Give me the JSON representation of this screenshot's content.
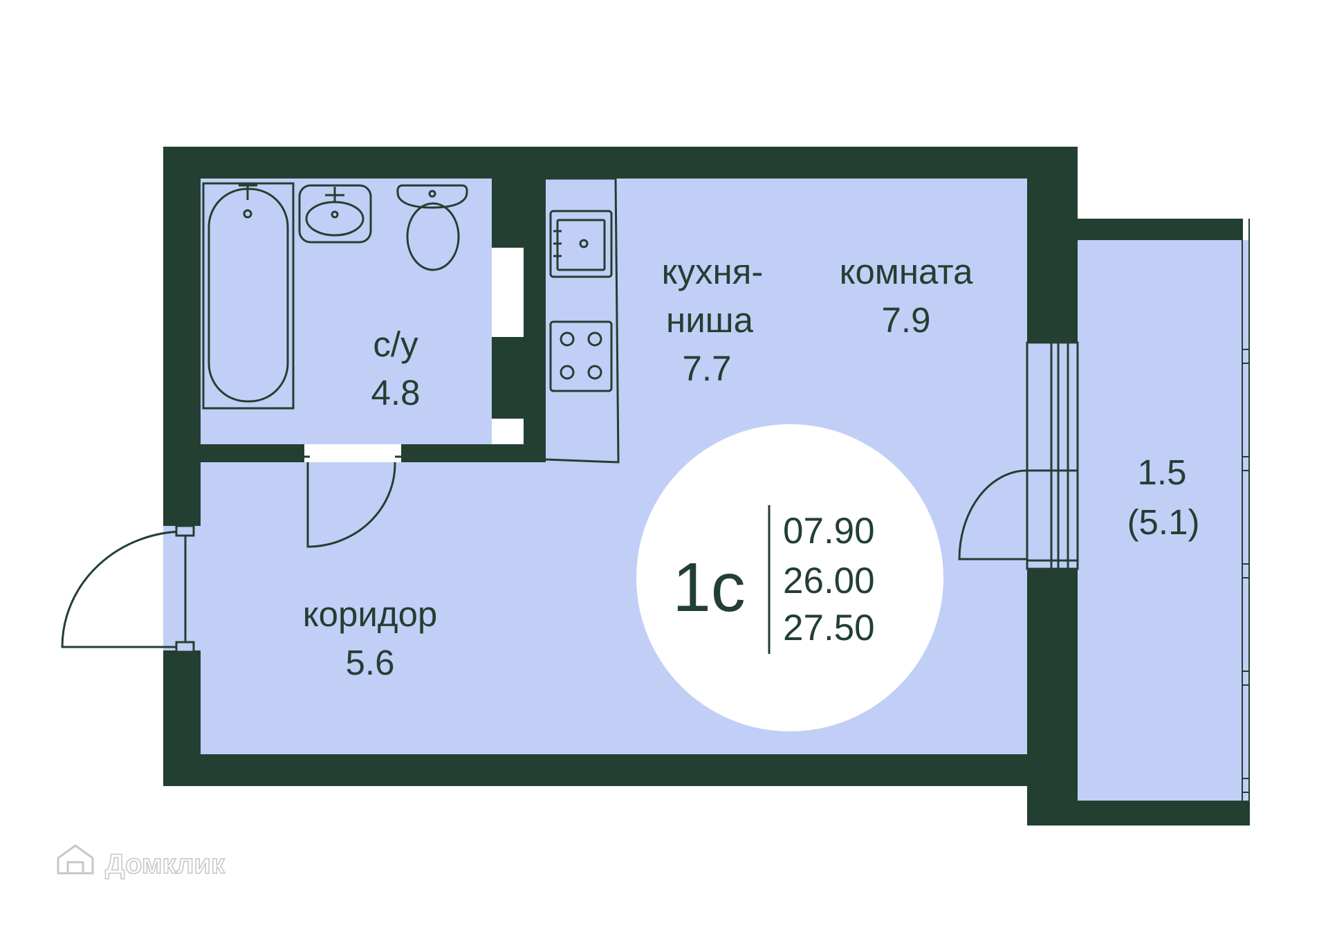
{
  "colors": {
    "wall": "#223f32",
    "floor": "#c1cff6",
    "badge_bg": "#ffffff",
    "text": "#223f32",
    "watermark": "#c7c7c7"
  },
  "rooms": {
    "bathroom": {
      "name": "с/у",
      "area": "4.8"
    },
    "kitchen": {
      "name_line1": "кухня-",
      "name_line2": "ниша",
      "area": "7.7"
    },
    "room": {
      "name": "комната",
      "area": "7.9"
    },
    "corridor": {
      "name": "коридор",
      "area": "5.6"
    },
    "balcony": {
      "area": "1.5",
      "area_full": "(5.1)"
    }
  },
  "badge": {
    "type": "1с",
    "areas": [
      "07.90",
      "26.00",
      "27.50"
    ]
  },
  "watermark": {
    "text": "Домклик",
    "icon": "house-logo-icon"
  }
}
